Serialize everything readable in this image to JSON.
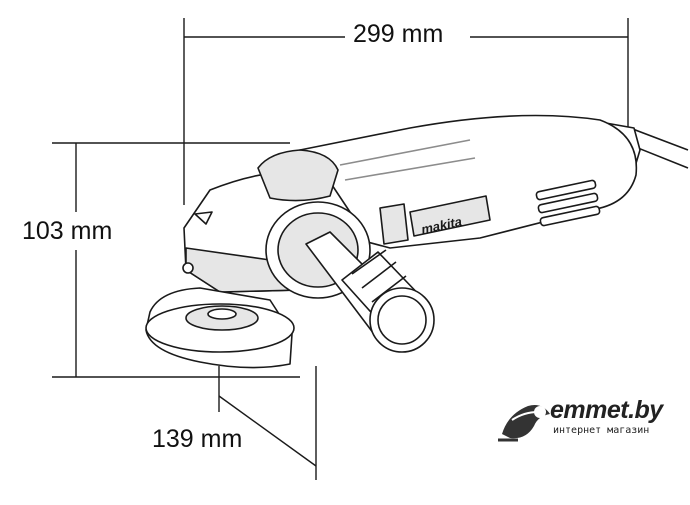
{
  "dimensions": {
    "length": "299 mm",
    "height": "103 mm",
    "disc": "139 mm"
  },
  "product": {
    "brand_mark": "makita"
  },
  "watermark": {
    "name": "emmet.by",
    "tagline": "интернет магазин"
  },
  "colors": {
    "line": "#1a1a1a",
    "shade": "#8c8c8c",
    "light": "#e6e6e6",
    "background": "#ffffff"
  }
}
